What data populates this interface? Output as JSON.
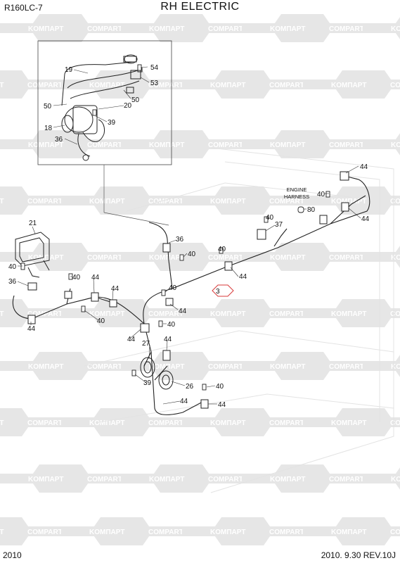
{
  "header": {
    "model": "R160LC-7",
    "title": "RH ELECTRIC"
  },
  "footer": {
    "year": "2010",
    "date_rev": "2010. 9.30  REV.10J"
  },
  "watermark": {
    "left_text": "KOMПAPT",
    "right_text": "COMPART",
    "color": "#e6e6e6"
  },
  "annotation": {
    "engine_harness": [
      "ENGINE",
      "HARNESS"
    ]
  },
  "callouts": {
    "c19": "19",
    "c54": "54",
    "c53": "53",
    "c50a": "50",
    "c50b": "50",
    "c20": "20",
    "c18": "18",
    "c39a": "39",
    "c36a": "36",
    "c21": "21",
    "c40a": "40",
    "c36b": "36",
    "c44a": "44",
    "c40b": "40",
    "c44b": "44",
    "c44c": "44",
    "c40c": "40",
    "c36c": "36",
    "c40d": "40",
    "c40e": "40",
    "c44d": "44",
    "c3": "3",
    "c40f": "40",
    "c44e": "44",
    "c37": "37",
    "c40g": "40",
    "c44f": "44",
    "c40h": "40",
    "c80": "80",
    "c44g": "44",
    "c44h": "44",
    "c40i": "40",
    "c27": "27",
    "c44i": "44",
    "c39b": "39",
    "c26": "26",
    "c40j": "40",
    "c44j": "44",
    "c44k": "44"
  }
}
